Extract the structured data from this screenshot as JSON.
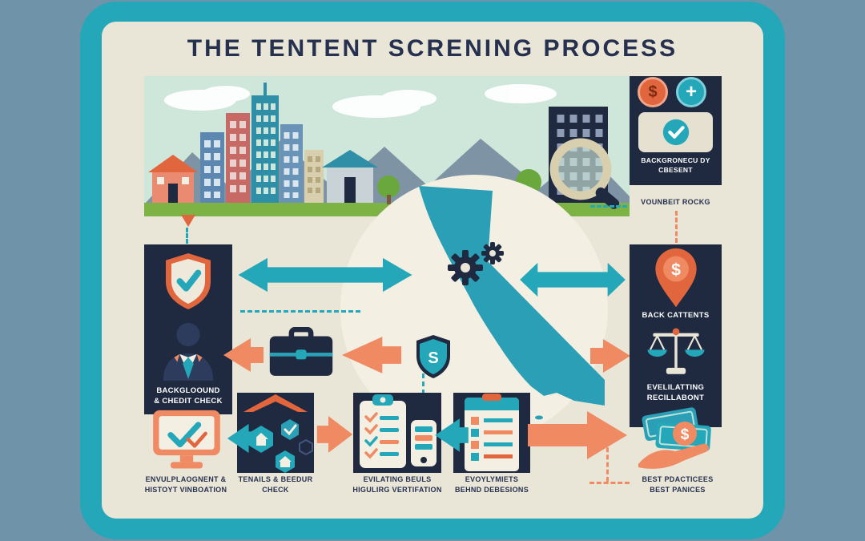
{
  "title": "THE TENTENT SCRENING PROCESS",
  "glyphs": {
    "dollar": "$",
    "plus": "+",
    "shield_letter": "S"
  },
  "top_right": {
    "caption": "BACKGRONECU DY\nCBESENT",
    "sub_caption": "VOUNBEIT ROCKG"
  },
  "left_column": {
    "label": "BACKGLOOUND\n& CHEDIT CHECK"
  },
  "right_column": {
    "label_top": "BACK CATTENTS",
    "label_bottom": "EVELILATTING\nRECILLABONT"
  },
  "bottom_row": {
    "employment": "ENVULPLAOGNENT &\nHISTOYT VINBOATION",
    "tenant_check": "TENAILS & BEEDUR\nCHECK",
    "rental_verification": "EVILATING BEULS\nHIGULIRG VERTIFATION",
    "decisions": "EVOYLYMIETS\nBEHND DEBESIONS",
    "best_practices": "BEST PDACTICEES\nBEST PANICES"
  },
  "colors": {
    "background": "#6f94a9",
    "frame_teal": "#23a7b9",
    "panel_beige": "#e9e5d7",
    "navy": "#1f2940",
    "orange": "#ef8a63",
    "deep_orange": "#e2663d",
    "grass_green": "#7db345"
  }
}
